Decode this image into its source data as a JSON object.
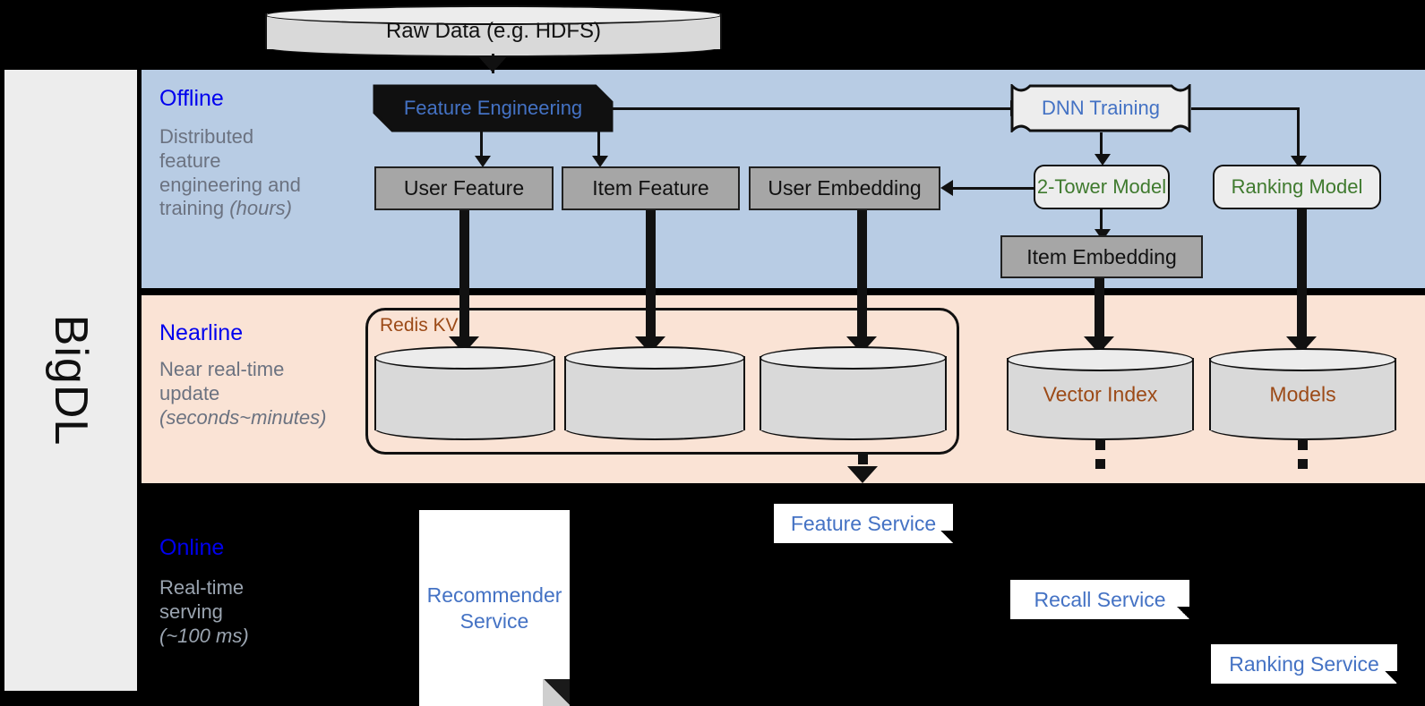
{
  "sidebar": {
    "label": "BigDL"
  },
  "stages": [
    {
      "id": "offline",
      "title": "Offline",
      "desc_plain": "Distributed feature engineering and training (hours)",
      "desc_main": "Distributed feature engineering and ",
      "desc_em": "training (hours)",
      "desc_lines": [
        "Distributed",
        "feature",
        "engineering and",
        "training (hours)"
      ],
      "emphasis": "(hours)",
      "color": "#0000ee"
    },
    {
      "id": "nearline",
      "title": "Nearline",
      "desc_plain": "Near real-time update (seconds~minutes)",
      "desc_lines": [
        "Near real-time",
        "update",
        "(seconds~minutes)"
      ],
      "emphasis": "(seconds~minutes)",
      "color": "#0000ee"
    },
    {
      "id": "online",
      "title": "Online",
      "desc_plain": "Real-time serving (~100 ms)",
      "desc_lines": [
        "Real-time",
        "serving",
        "(~100 ms)"
      ],
      "emphasis": "(~100 ms)",
      "color": "#0000ee"
    }
  ],
  "source": {
    "label": "Raw Data (e.g. HDFS)"
  },
  "offline_nodes": {
    "feature_engineering": "Feature Engineering",
    "dnn_training": "DNN Training",
    "user_feature": "User Feature",
    "item_feature": "Item Feature",
    "user_embedding": "User Embedding",
    "two_tower_model": "2-Tower Model",
    "ranking_model": "Ranking Model",
    "item_embedding": "Item Embedding"
  },
  "nearline_nodes": {
    "redis_kv": "Redis KV",
    "store_user_feature": "",
    "store_item_feature": "",
    "store_user_embedding": "",
    "vector_index": "Vector Index",
    "models": "Models"
  },
  "online_nodes": {
    "recommender_service": "Recommender Service",
    "recommender_service_l1": "Recommender",
    "recommender_service_l2": "Service",
    "feature_service": "Feature Service",
    "recall_service": "Recall Service",
    "ranking_service": "Ranking Service"
  },
  "colors": {
    "offline_band": "#b8cce4",
    "nearline_band": "#fae3d5",
    "online_band": "#000000",
    "sidebar": "#ededed",
    "stage_title": "#0000ee",
    "stage_desc": "#6b7280",
    "grey_node": "#a6a6a6",
    "lite_node": "#ededed",
    "blue_text": "#4472c4",
    "green_text": "#3f7a2e",
    "brown_text": "#9c4a17",
    "stroke": "#111111"
  }
}
